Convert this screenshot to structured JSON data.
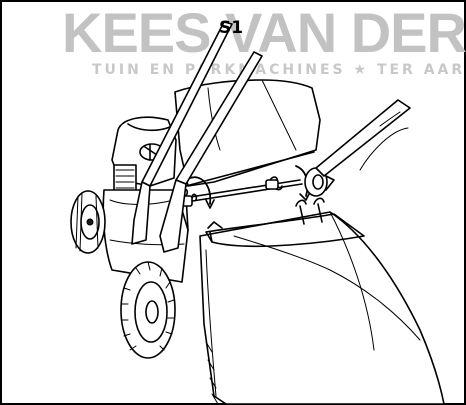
{
  "watermark": {
    "main_text": "KEES VAN DER SPEK",
    "sub_text": "TUIN EN PARKMACHINES ★ TER AAR"
  },
  "figure": {
    "callout_label": "S1"
  },
  "colors": {
    "line": "#000000",
    "watermark": "#c2c2c2",
    "background": "#ffffff"
  }
}
